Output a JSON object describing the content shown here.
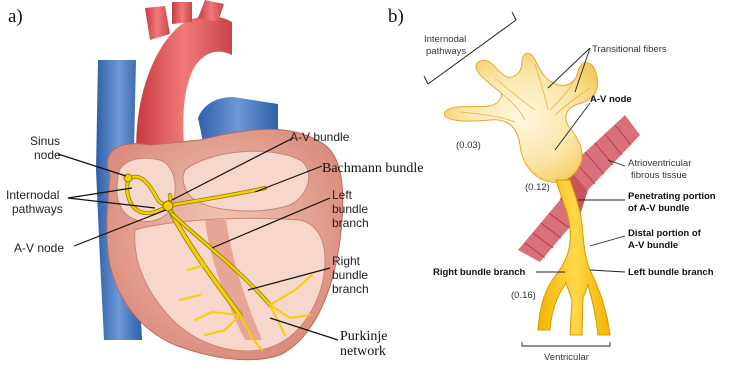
{
  "panel_a": {
    "tag": "a)",
    "labels": {
      "sinus_node_1": "Sinus",
      "sinus_node_2": "node",
      "internodal_1": "Internodal",
      "internodal_2": "pathways",
      "av_node": "A-V node",
      "av_bundle": "A-V bundle",
      "bachmann": "Bachmann bundle",
      "left_bundle_1": "Left",
      "left_bundle_2": "bundle",
      "left_bundle_3": "branch",
      "right_bundle_1": "Right",
      "right_bundle_2": "bundle",
      "right_bundle_3": "branch",
      "purkinje_1": "Purkinje",
      "purkinje_2": "network"
    }
  },
  "panel_b": {
    "tag": "b)",
    "labels": {
      "internodal_1": "Internodal",
      "internodal_2": "pathways",
      "transitional": "Transitional fibers",
      "av_node": "A-V node",
      "fibrous_1": "Atrioventricular",
      "fibrous_2": "fibrous tissue",
      "penetrating_1": "Penetrating portion",
      "penetrating_2": "of A-V bundle",
      "distal_1": "Distal portion of",
      "distal_2": "A-V bundle",
      "right_branch": "Right bundle branch",
      "left_branch": "Left bundle branch",
      "ventricular": "Ventricular",
      "t1": "(0.03)",
      "t2": "(0.12)",
      "t3": "(0.16)"
    }
  },
  "colors": {
    "aorta": "#e8585a",
    "vein": "#4f7fc4",
    "muscle": "#e8b0a0",
    "conduction": "#f5d000",
    "fibrous": "#d8707a"
  }
}
